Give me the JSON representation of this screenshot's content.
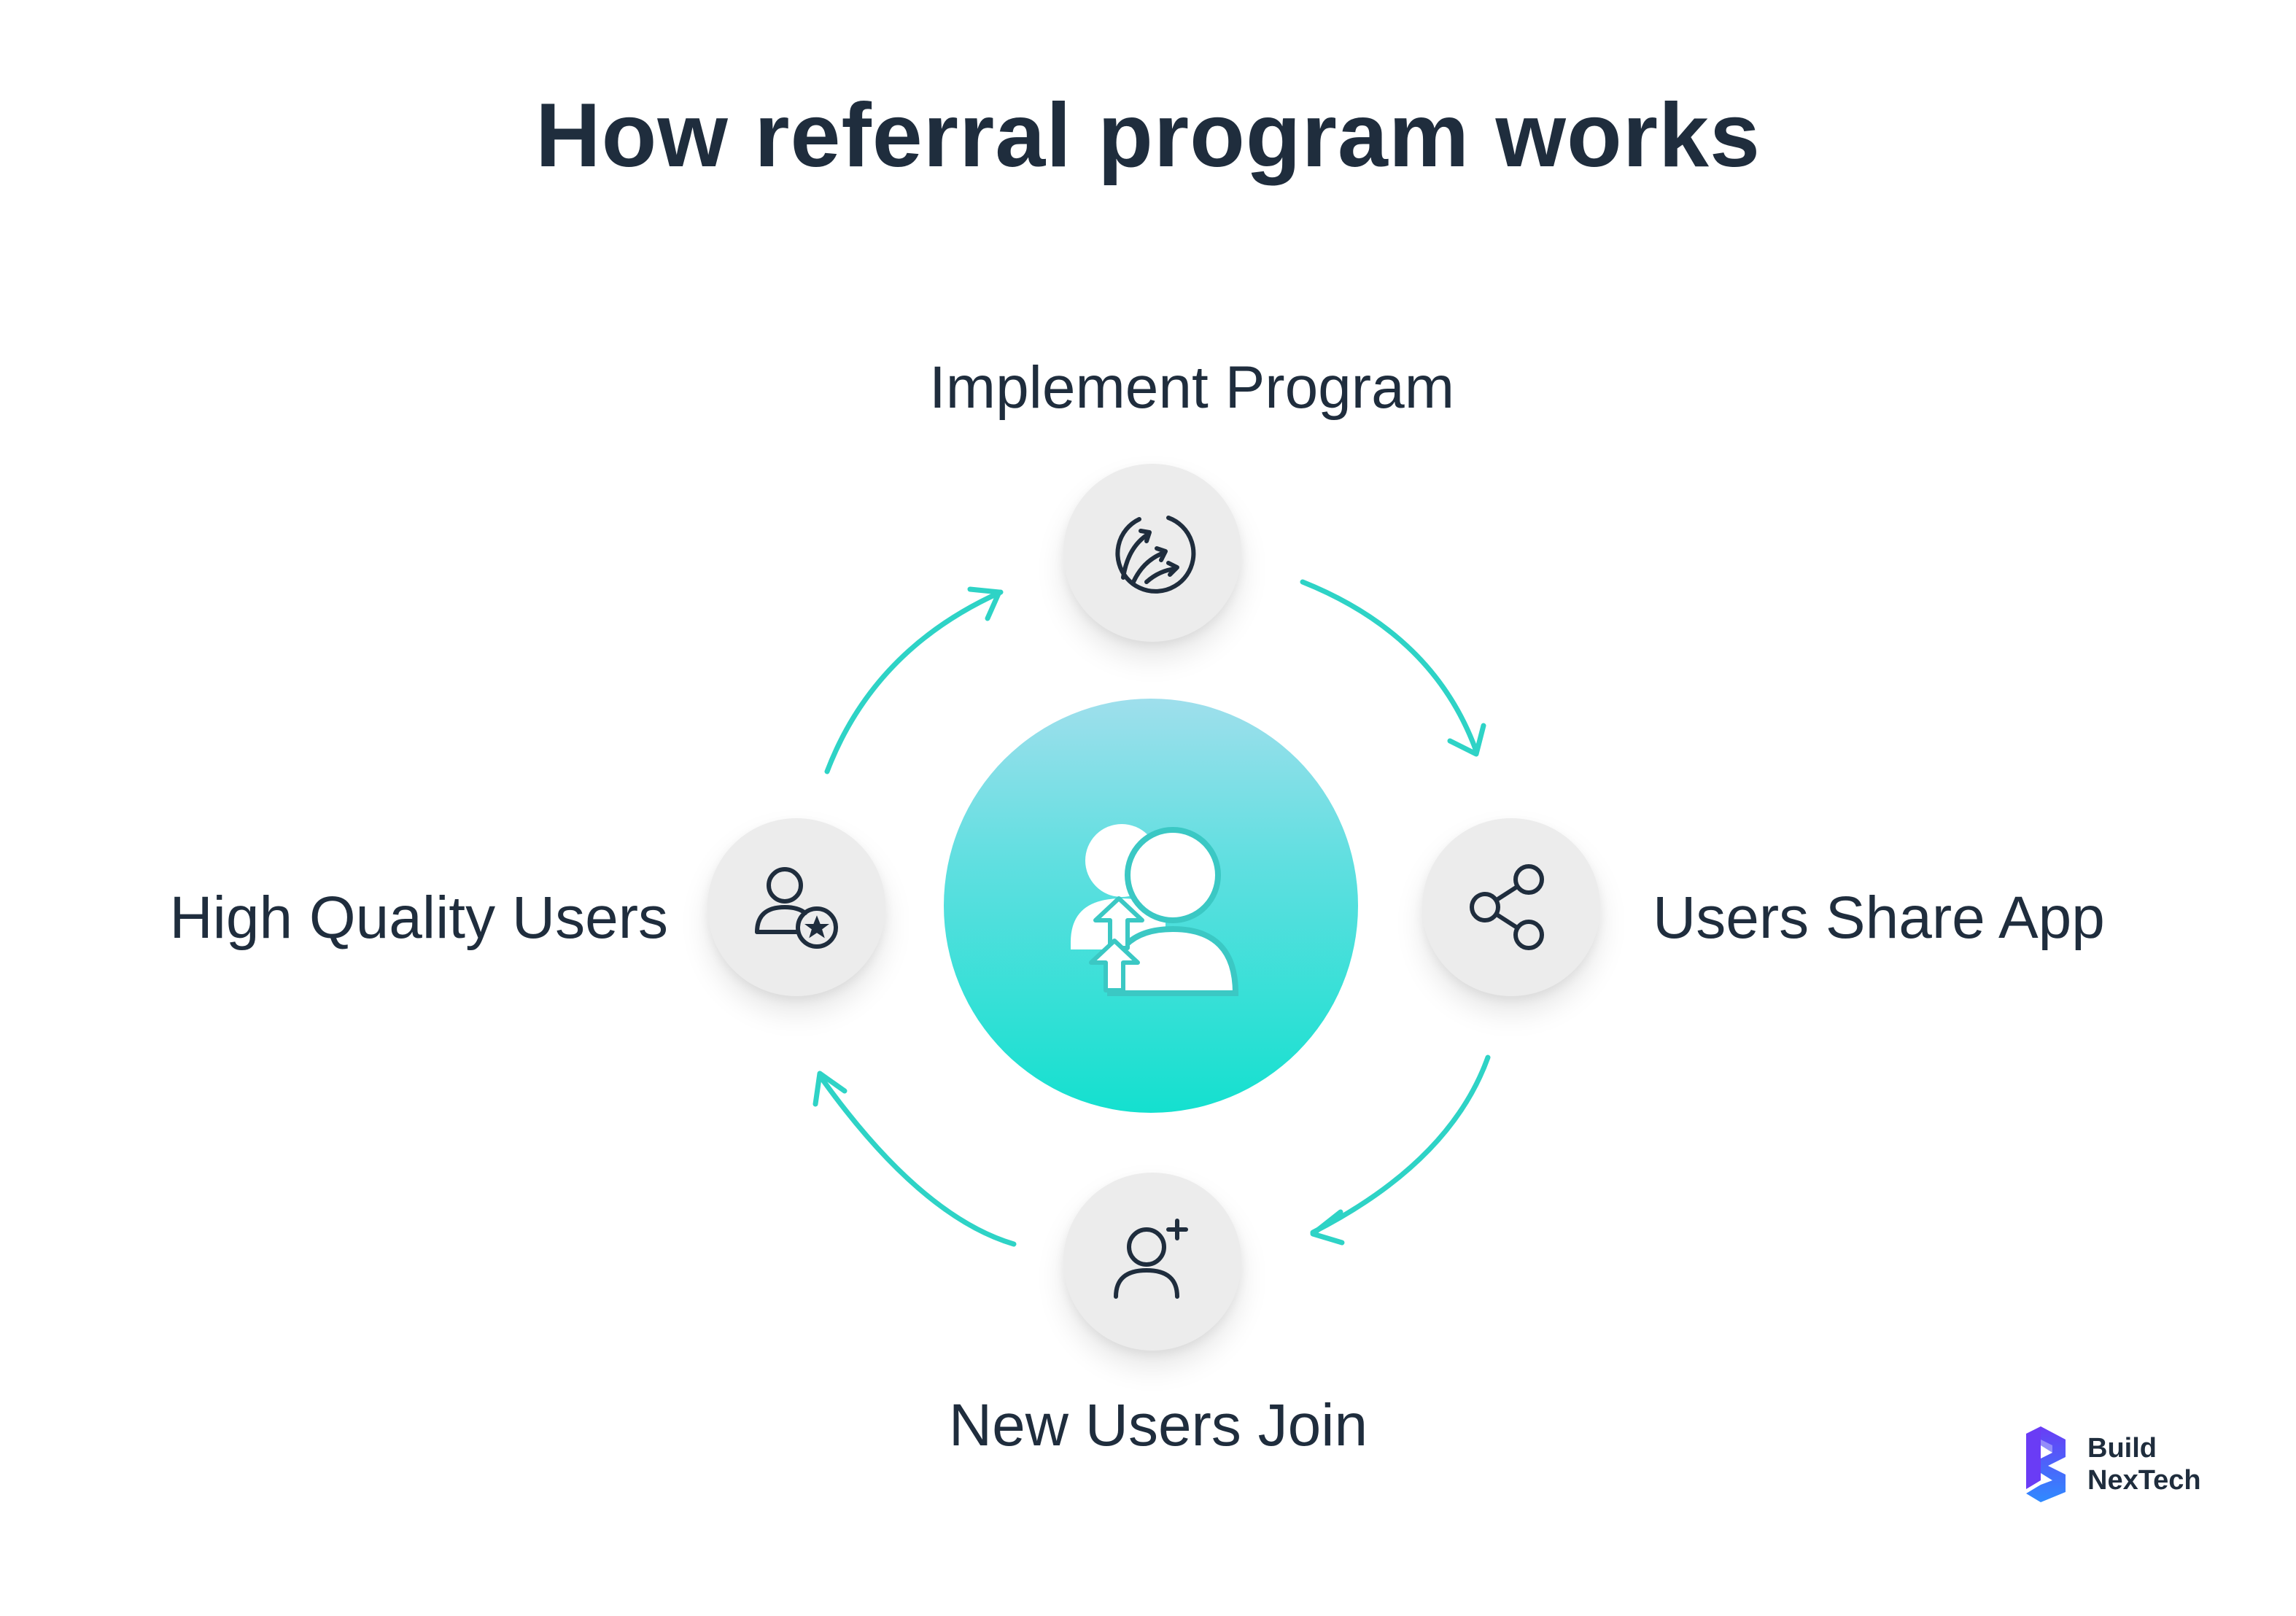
{
  "title": "How referral program works",
  "steps": {
    "top": {
      "label": "Implement Program",
      "icon": "refresh-arrows-icon"
    },
    "right": {
      "label": "Users Share App",
      "icon": "share-icon"
    },
    "bottom": {
      "label": "New Users Join",
      "icon": "add-user-icon"
    },
    "left": {
      "label": "High Quality Users",
      "icon": "user-star-icon"
    }
  },
  "center": {
    "icon": "users-referral-icon"
  },
  "brand": {
    "line1": "Build",
    "line2": "NexTech"
  },
  "colors": {
    "accent": "#2ed3c6",
    "text": "#1f2d3d",
    "node_bg": "#ececec",
    "brand_purple": "#6a3cf5",
    "brand_blue": "#2f8bff"
  }
}
